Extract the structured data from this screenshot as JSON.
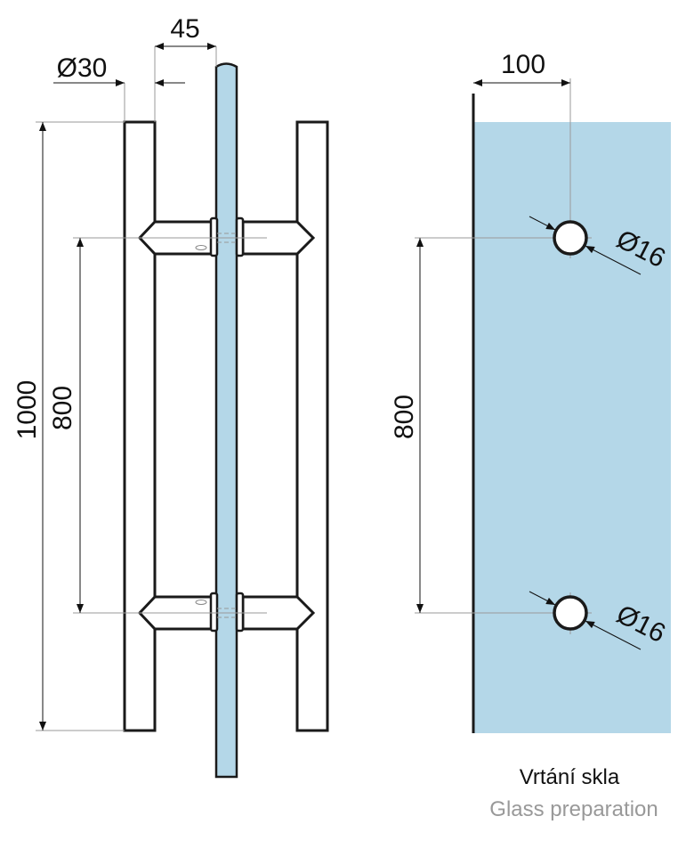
{
  "dimensions": {
    "standoff_offset": "45",
    "bar_diameter": "Ø30",
    "total_length": "1000",
    "hole_spacing_left": "800",
    "edge_distance": "100",
    "hole_spacing_right": "800",
    "hole_diameter_top": "Ø16",
    "hole_diameter_bottom": "Ø16"
  },
  "caption": {
    "title_cs": "Vrtání skla",
    "title_en": "Glass preparation"
  },
  "colors": {
    "glass": "#b4d7e8",
    "line": "#1a1a1a",
    "guide": "#9a9a9a"
  }
}
